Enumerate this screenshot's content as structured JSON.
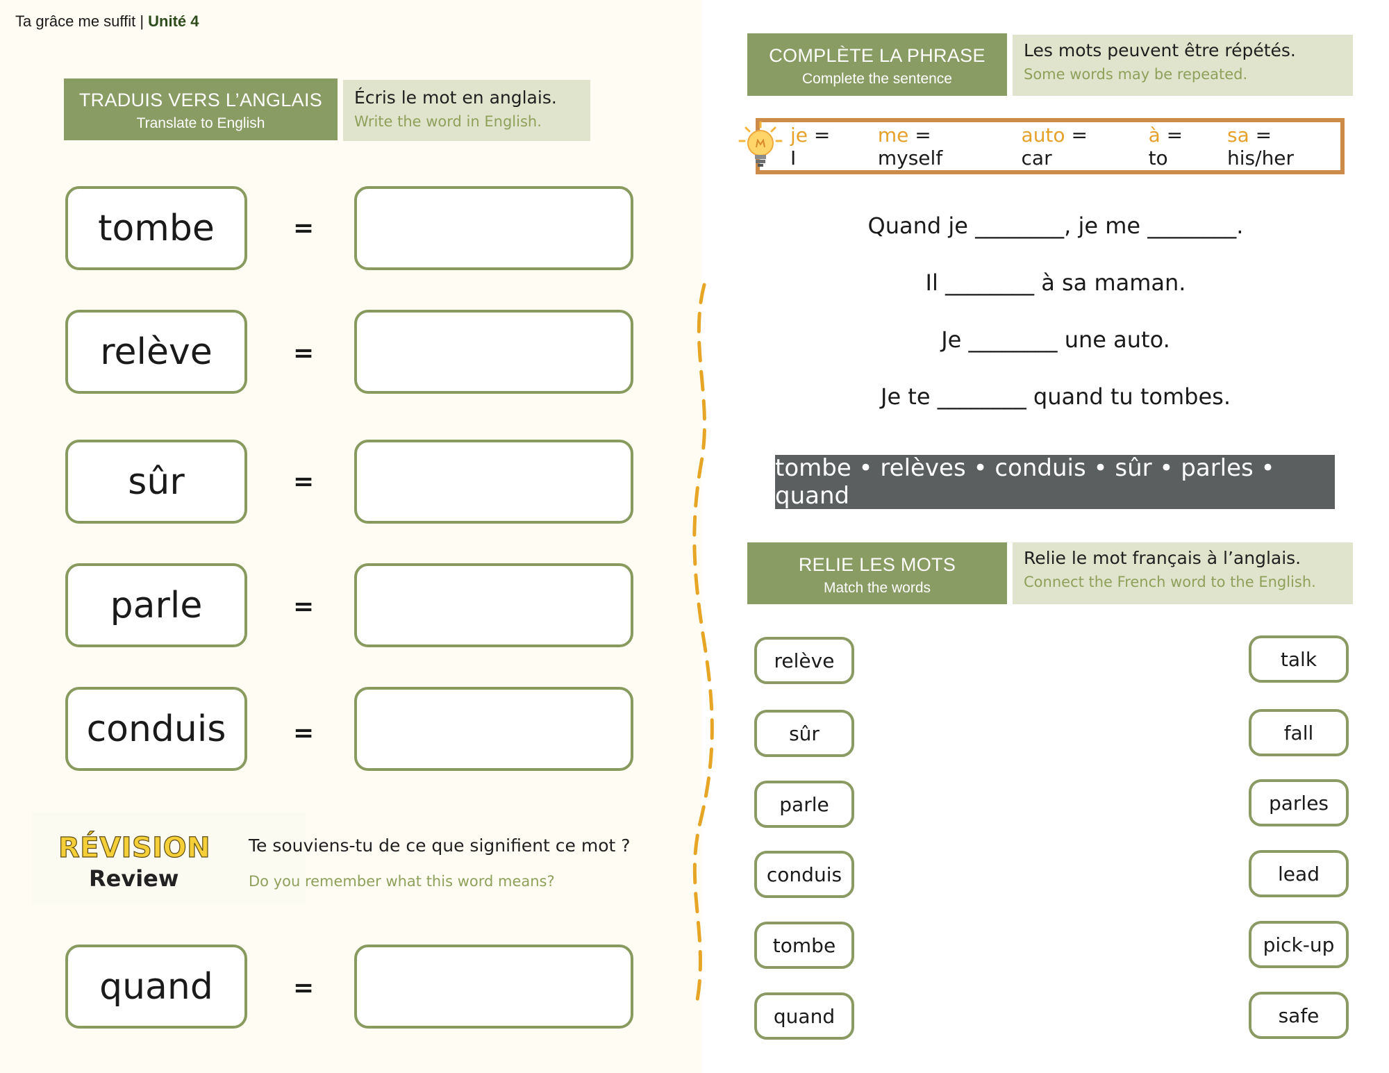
{
  "header": {
    "title": "Ta grâce me suffit | ",
    "unit": "Unité 4"
  },
  "translate": {
    "title": "TRADUIS VERS L’ANGLAIS",
    "subtitle": "Translate to English",
    "instruction": "Écris le mot en anglais.",
    "instruction_en": "Write the word in English.",
    "words": [
      "tombe",
      "relève",
      "sûr",
      "parle",
      "conduis"
    ],
    "equals": "="
  },
  "review": {
    "title": "RÉVISION",
    "subtitle": "Review",
    "question": "Te souviens-tu de ce que signifient ce mot ?",
    "question_en": "Do you remember what this word means?",
    "word": "quand"
  },
  "complete": {
    "title": "COMPLÈTE LA PHRASE",
    "subtitle": "Complete the sentence",
    "instruction": "Les mots peuvent être répétés.",
    "instruction_en": "Some words may be repeated.",
    "hints": [
      {
        "fr": "je",
        "en": " = I"
      },
      {
        "fr": "me",
        "en": " = myself"
      },
      {
        "fr": "auto",
        "en": " = car"
      },
      {
        "fr": "à",
        "en": " = to"
      },
      {
        "fr": "sa",
        "en": " = his/her"
      }
    ],
    "sentences": [
      "Quand je ________, je me ________.",
      "Il ________ à sa maman.",
      "Je ________ une auto.",
      "Je te ________ quand tu tombes."
    ],
    "word_bank": "tombe • relèves • conduis • sûr • parles • quand"
  },
  "match": {
    "title": "RELIE LES MOTS",
    "subtitle": "Match the words",
    "instruction": "Relie le mot français à l’anglais.",
    "instruction_en": "Connect the French word to the English.",
    "french": [
      "relève",
      "sûr",
      "parle",
      "conduis",
      "tombe",
      "quand"
    ],
    "english": [
      "talk",
      "fall",
      "parles",
      "lead",
      "pick-up",
      "safe"
    ]
  },
  "colors": {
    "green": "#889c63",
    "light_green": "#e0e4cc",
    "orange": "#cd8b4a",
    "yellow": "#e6a12a",
    "dark_gray": "#5b5f60"
  }
}
